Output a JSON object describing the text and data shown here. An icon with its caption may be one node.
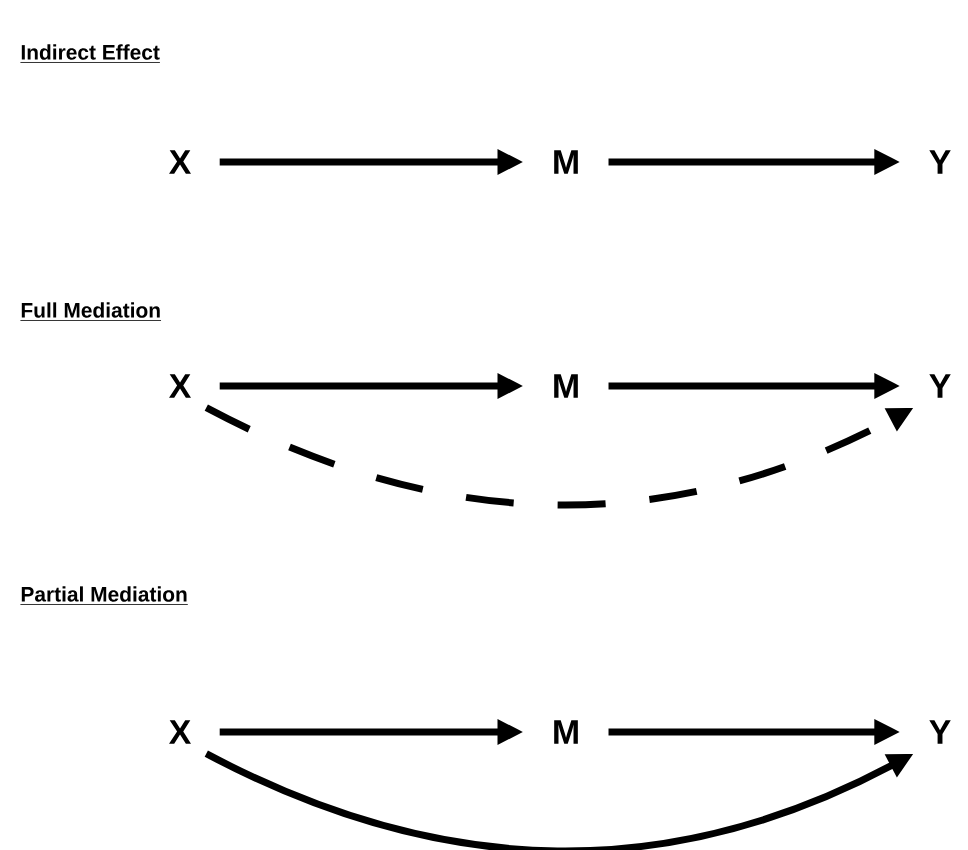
{
  "diagram": {
    "nodes": [
      {
        "text": [
          "X"
        ]
      },
      {
        "text": [
          "M"
        ]
      },
      {
        "text": [
          "Y"
        ]
      },
      {
        "text": [
          "X"
        ]
      },
      {
        "text": [
          "M"
        ]
      },
      {
        "text": [
          "Y"
        ]
      },
      {
        "text": [
          "X"
        ]
      },
      {
        "text": [
          "M"
        ]
      },
      {
        "text": [
          "Y"
        ]
      }
    ],
    "edges": [
      {
        "from": 0,
        "to": 1,
        "arrow": "to"
      },
      {
        "from": 1,
        "to": 2,
        "arrow": "to"
      },
      {
        "from": 3,
        "to": 4,
        "arrow": "to"
      },
      {
        "from": 4,
        "to": 5,
        "arrow": "to"
      },
      {
        "from": 3,
        "to": 5,
        "arrow": "to",
        "style": "dashed"
      },
      {
        "from": 6,
        "to": 7,
        "arrow": "to"
      },
      {
        "from": 7,
        "to": 8,
        "arrow": "to"
      },
      {
        "from": 6,
        "to": 8,
        "arrow": "to"
      }
    ],
    "labels": [
      "Indirect Effect",
      "Full Mediation",
      "Partial Mediation"
    ]
  }
}
